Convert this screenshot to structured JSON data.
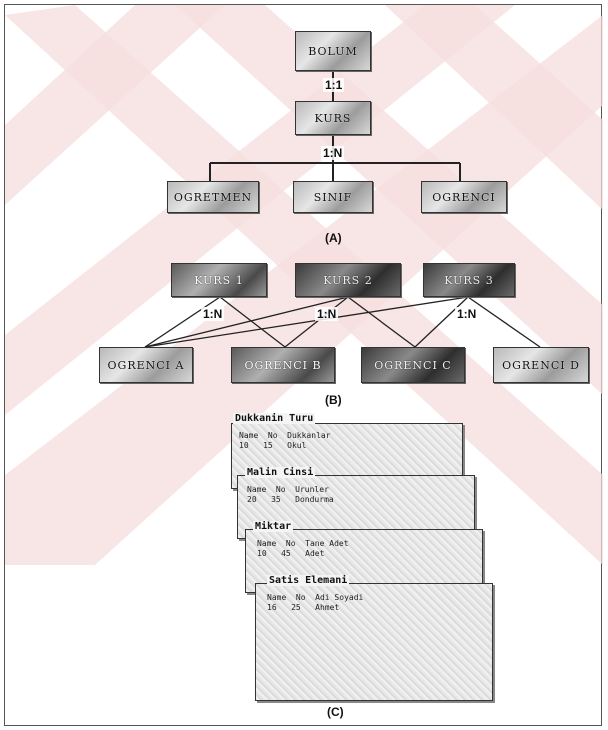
{
  "diagram_a": {
    "caption": "(A)",
    "root": "BOLUM",
    "middle": "KURS",
    "children": [
      "OGRETMEN",
      "SINIF",
      "OGRENCI"
    ],
    "rel_top": "1:1",
    "rel_mid": "1:N"
  },
  "diagram_b": {
    "caption": "(B)",
    "courses": [
      "KURS 1",
      "KURS 2",
      "KURS 3"
    ],
    "students": [
      "OGRENCI A",
      "OGRENCI B",
      "OGRENCI C",
      "OGRENCI D"
    ],
    "relations": [
      "1:N",
      "1:N",
      "1:N"
    ]
  },
  "diagram_c": {
    "caption": "(C)",
    "cards": [
      {
        "title": "Dukkanin Turu",
        "row1": "Name  No  Dukkanlar",
        "row2": "10   15   Okul"
      },
      {
        "title": "Malin Cinsi",
        "row1": "Name  No  Urunler",
        "row2": "20   35   Dondurma"
      },
      {
        "title": "Miktar",
        "row1": "Name  No  Tane Adet",
        "row2": "10   45   Adet"
      },
      {
        "title": "Satis Elemani",
        "row1": "Name  No  Adi Soyadi",
        "row2": "16   25   Ahmet"
      }
    ]
  },
  "colors": {
    "watermark": "#f3d2d2",
    "line": "#222222"
  }
}
